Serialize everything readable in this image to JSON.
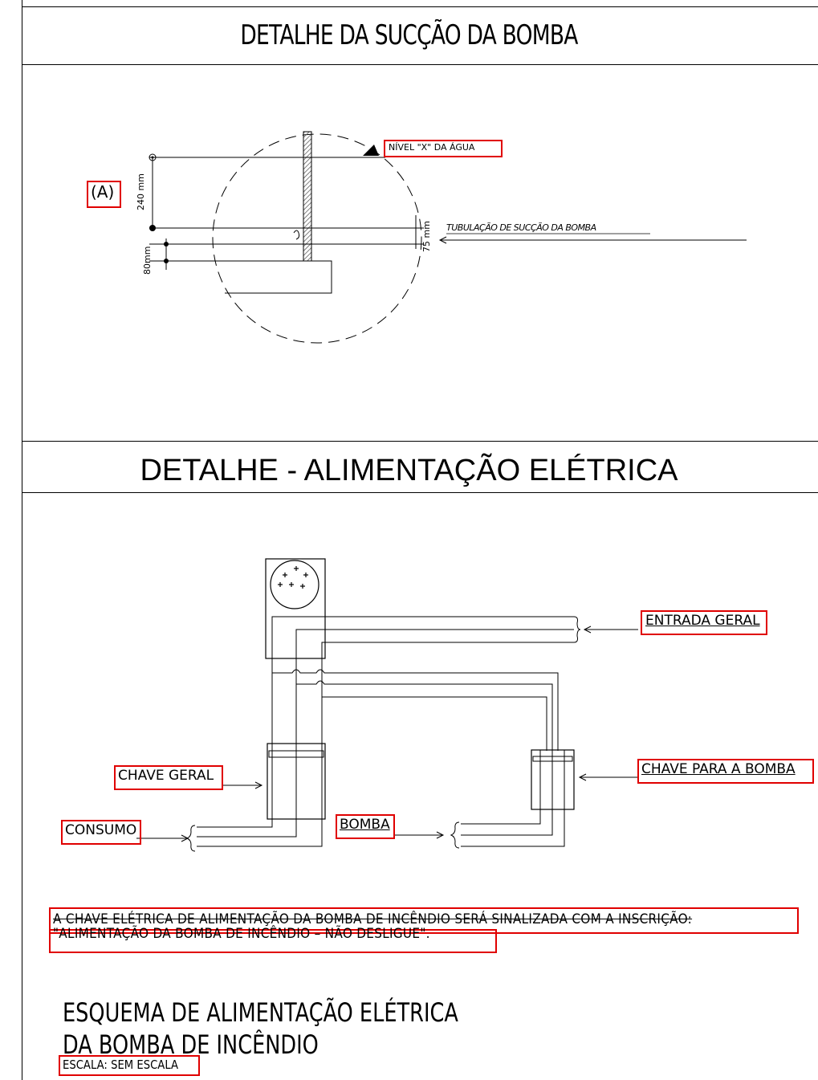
{
  "section1": {
    "title": "DETALHE DA SUCÇÃO DA BOMBA",
    "labels": {
      "marker": "(A)",
      "water_level": "NÍVEL \"X\" DA ÁGUA",
      "pipe": "TUBULAÇÃO DE SUCÇÃO DA BOMBA",
      "dim_240": "240 mm",
      "dim_80": "80mm",
      "dim_75": "75 mm"
    }
  },
  "section2": {
    "title": "DETALHE - ALIMENTAÇÃO ELÉTRICA",
    "labels": {
      "entrada": "ENTRADA GERAL",
      "chave_geral": "CHAVE GERAL",
      "chave_bomba": "CHAVE PARA A BOMBA",
      "consumo": "CONSUMO",
      "bomba": "BOMBA"
    },
    "note_line1": "A CHAVE ELÉTRICA DE ALIMENTAÇÃO DA BOMBA DE INCÊNDIO SERÁ SINALIZADA COM A INSCRIÇÃO:",
    "note_line2": "\"ALIMENTAÇÃO DA BOMBA DE INCÊNDIO – NÃO DESLIGUE\".",
    "schema_title_1": "ESQUEMA DE ALIMENTAÇÃO ELÉTRICA",
    "schema_title_2": "DA BOMBA DE INCÊNDIO",
    "scale": "ESCALA: SEM ESCALA"
  },
  "colors": {
    "annotation": "#e00000",
    "ink": "#000000",
    "hatch": "#555555"
  }
}
